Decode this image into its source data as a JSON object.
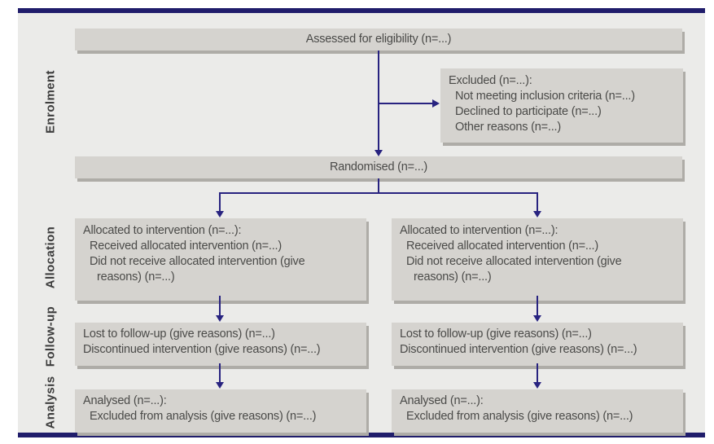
{
  "figure_type": "consort-flow-diagram",
  "colors": {
    "page_bg": "#ffffff",
    "panel_bg": "#ebebe9",
    "box_bg": "#d5d3cf",
    "box_shadow": "#aeaca7",
    "arrow": "#282380",
    "rule_bar": "#201d6b",
    "text": "#4a4a48",
    "stage_label_text": "#3c3c3c"
  },
  "stages": [
    {
      "label": "Enrolment"
    },
    {
      "label": "Allocation"
    },
    {
      "label": "Follow-up"
    },
    {
      "label": "Analysis"
    }
  ],
  "boxes": {
    "assessed": {
      "text": "Assessed for eligibility (n=...)"
    },
    "excluded": {
      "lines": [
        "Excluded (n=...):",
        "Not meeting inclusion criteria (n=...)",
        "Declined to participate (n=...)",
        "Other reasons (n=...)"
      ]
    },
    "randomised": {
      "text": "Randomised (n=...)"
    },
    "allocated": {
      "lines": [
        "Allocated to intervention (n=...):",
        "Received allocated intervention (n=...)",
        "Did not receive allocated intervention (give",
        "reasons) (n=...)"
      ]
    },
    "followup": {
      "lines": [
        "Lost to follow-up (give reasons) (n=...)",
        "Discontinued intervention (give reasons) (n=...)"
      ]
    },
    "analysed": {
      "lines": [
        "Analysed (n=...):",
        "Excluded from analysis (give reasons) (n=...)"
      ]
    }
  }
}
